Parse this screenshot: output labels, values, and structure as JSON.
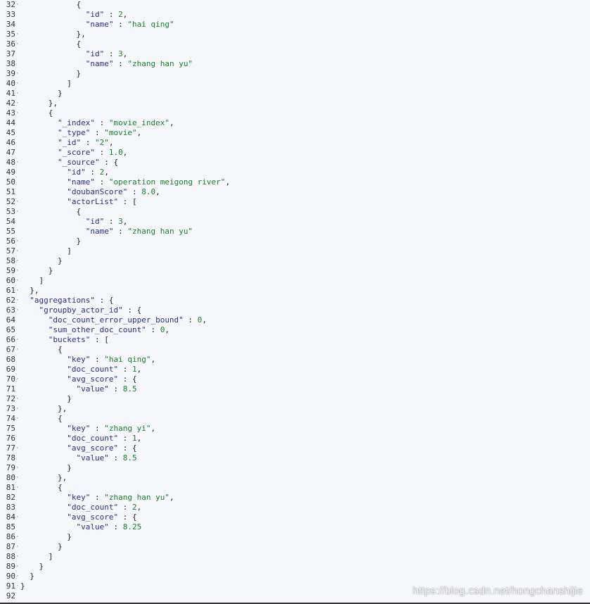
{
  "editor": {
    "lines": [
      {
        "num": "32",
        "fold": true,
        "text": "            {"
      },
      {
        "num": "33",
        "fold": false,
        "text": "              \"id\" : 2,"
      },
      {
        "num": "34",
        "fold": false,
        "text": "              \"name\" : \"hai qing\""
      },
      {
        "num": "35",
        "fold": true,
        "text": "            },"
      },
      {
        "num": "36",
        "fold": true,
        "text": "            {"
      },
      {
        "num": "37",
        "fold": false,
        "text": "              \"id\" : 3,"
      },
      {
        "num": "38",
        "fold": false,
        "text": "              \"name\" : \"zhang han yu\""
      },
      {
        "num": "39",
        "fold": true,
        "text": "            }"
      },
      {
        "num": "40",
        "fold": true,
        "text": "          ]"
      },
      {
        "num": "41",
        "fold": true,
        "text": "        }"
      },
      {
        "num": "42",
        "fold": true,
        "text": "      },"
      },
      {
        "num": "43",
        "fold": true,
        "text": "      {"
      },
      {
        "num": "44",
        "fold": false,
        "text": "        \"_index\" : \"movie_index\","
      },
      {
        "num": "45",
        "fold": false,
        "text": "        \"_type\" : \"movie\","
      },
      {
        "num": "46",
        "fold": false,
        "text": "        \"_id\" : \"2\","
      },
      {
        "num": "47",
        "fold": false,
        "text": "        \"_score\" : 1.0,"
      },
      {
        "num": "48",
        "fold": true,
        "text": "        \"_source\" : {"
      },
      {
        "num": "49",
        "fold": false,
        "text": "          \"id\" : 2,"
      },
      {
        "num": "50",
        "fold": false,
        "text": "          \"name\" : \"operation meigong river\","
      },
      {
        "num": "51",
        "fold": false,
        "text": "          \"doubanScore\" : 8.0,"
      },
      {
        "num": "52",
        "fold": true,
        "text": "          \"actorList\" : ["
      },
      {
        "num": "53",
        "fold": true,
        "text": "            {"
      },
      {
        "num": "54",
        "fold": false,
        "text": "              \"id\" : 3,"
      },
      {
        "num": "55",
        "fold": false,
        "text": "              \"name\" : \"zhang han yu\""
      },
      {
        "num": "56",
        "fold": true,
        "text": "            }"
      },
      {
        "num": "57",
        "fold": true,
        "text": "          ]"
      },
      {
        "num": "58",
        "fold": true,
        "text": "        }"
      },
      {
        "num": "59",
        "fold": true,
        "text": "      }"
      },
      {
        "num": "60",
        "fold": true,
        "text": "    ]"
      },
      {
        "num": "61",
        "fold": true,
        "text": "  },"
      },
      {
        "num": "62",
        "fold": true,
        "text": "  \"aggregations\" : {"
      },
      {
        "num": "63",
        "fold": true,
        "text": "    \"groupby_actor_id\" : {"
      },
      {
        "num": "64",
        "fold": false,
        "text": "      \"doc_count_error_upper_bound\" : 0,"
      },
      {
        "num": "65",
        "fold": false,
        "text": "      \"sum_other_doc_count\" : 0,"
      },
      {
        "num": "66",
        "fold": true,
        "text": "      \"buckets\" : ["
      },
      {
        "num": "67",
        "fold": true,
        "text": "        {"
      },
      {
        "num": "68",
        "fold": false,
        "text": "          \"key\" : \"hai qing\","
      },
      {
        "num": "69",
        "fold": false,
        "text": "          \"doc_count\" : 1,"
      },
      {
        "num": "70",
        "fold": true,
        "text": "          \"avg_score\" : {"
      },
      {
        "num": "71",
        "fold": false,
        "text": "            \"value\" : 8.5"
      },
      {
        "num": "72",
        "fold": true,
        "text": "          }"
      },
      {
        "num": "73",
        "fold": true,
        "text": "        },"
      },
      {
        "num": "74",
        "fold": true,
        "text": "        {"
      },
      {
        "num": "75",
        "fold": false,
        "text": "          \"key\" : \"zhang yi\","
      },
      {
        "num": "76",
        "fold": false,
        "text": "          \"doc_count\" : 1,"
      },
      {
        "num": "77",
        "fold": true,
        "text": "          \"avg_score\" : {"
      },
      {
        "num": "78",
        "fold": false,
        "text": "            \"value\" : 8.5"
      },
      {
        "num": "79",
        "fold": true,
        "text": "          }"
      },
      {
        "num": "80",
        "fold": true,
        "text": "        },"
      },
      {
        "num": "81",
        "fold": true,
        "text": "        {"
      },
      {
        "num": "82",
        "fold": false,
        "text": "          \"key\" : \"zhang han yu\","
      },
      {
        "num": "83",
        "fold": false,
        "text": "          \"doc_count\" : 2,"
      },
      {
        "num": "84",
        "fold": true,
        "text": "          \"avg_score\" : {"
      },
      {
        "num": "85",
        "fold": false,
        "text": "            \"value\" : 8.25"
      },
      {
        "num": "86",
        "fold": true,
        "text": "          }"
      },
      {
        "num": "87",
        "fold": true,
        "text": "        }"
      },
      {
        "num": "88",
        "fold": true,
        "text": "      ]"
      },
      {
        "num": "89",
        "fold": true,
        "text": "    }"
      },
      {
        "num": "90",
        "fold": true,
        "text": "  }"
      },
      {
        "num": "91",
        "fold": true,
        "text": "}"
      },
      {
        "num": "92",
        "fold": false,
        "text": ""
      }
    ]
  },
  "watermark": {
    "text": "https://blog.csdn.net/hongchanshijie"
  },
  "colors": {
    "background": "#f5f7fa",
    "key": "#2a2f8a",
    "value": "#1a7f2e",
    "punctuation": "#222222"
  }
}
